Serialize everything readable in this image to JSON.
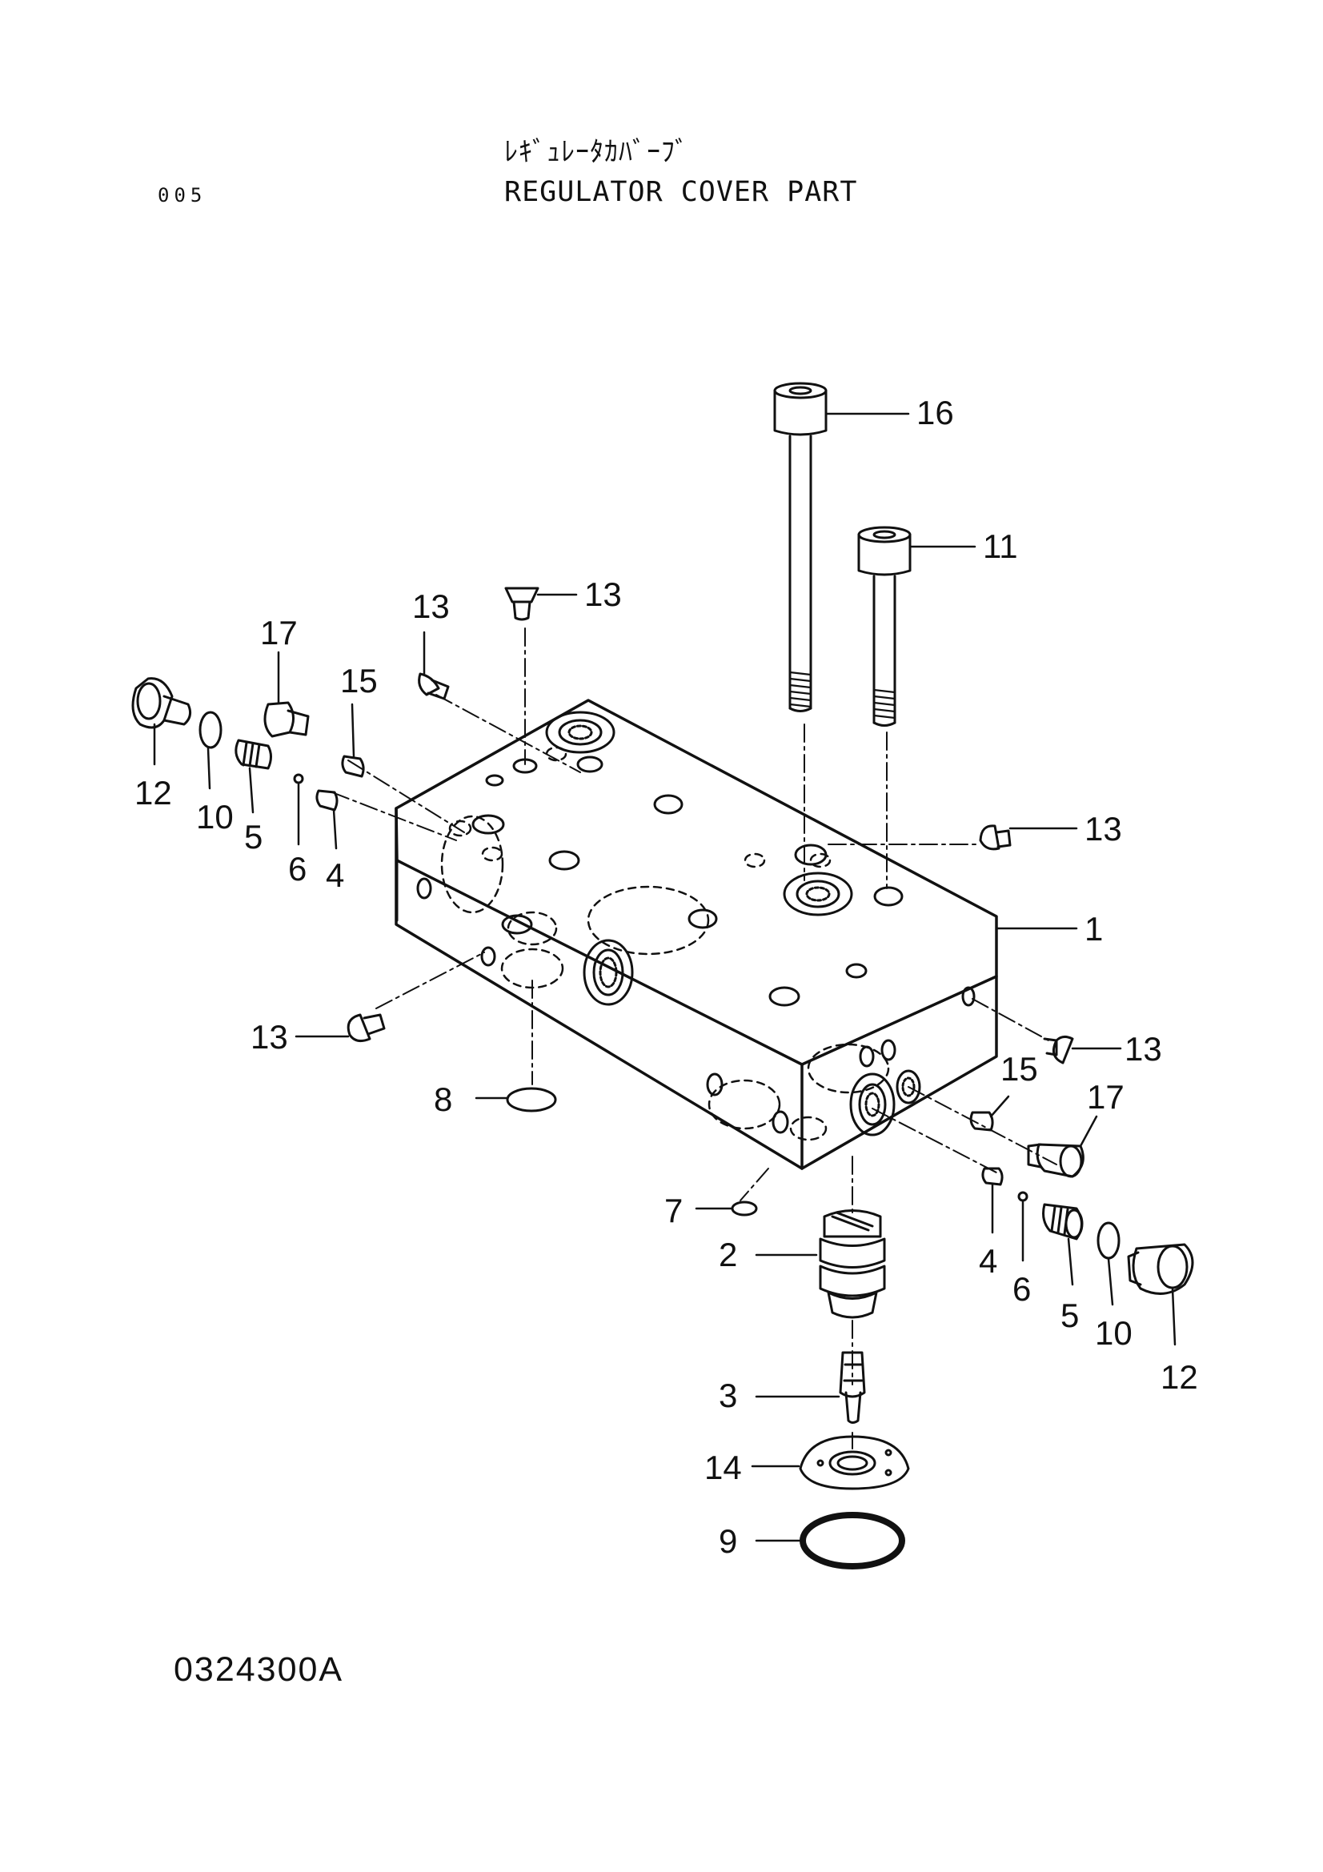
{
  "header": {
    "title_jp": "ﾚｷﾞｭﾚｰﾀｶﾊﾞｰﾌﾞ",
    "title_en": "REGULATOR COVER PART",
    "page_no": "005"
  },
  "footer": {
    "drawing_no": "0324300A"
  },
  "callouts": {
    "n1": "1",
    "n2": "2",
    "n3": "3",
    "n4a": "4",
    "n4b": "4",
    "n5a": "5",
    "n5b": "5",
    "n6a": "6",
    "n6b": "6",
    "n7": "7",
    "n8": "8",
    "n9": "9",
    "n10a": "10",
    "n10b": "10",
    "n11": "11",
    "n12a": "12",
    "n12b": "12",
    "n13a": "13",
    "n13b": "13",
    "n13c": "13",
    "n13d": "13",
    "n13e": "13",
    "n14": "14",
    "n15a": "15",
    "n15b": "15",
    "n16": "16",
    "n17a": "17",
    "n17b": "17"
  }
}
